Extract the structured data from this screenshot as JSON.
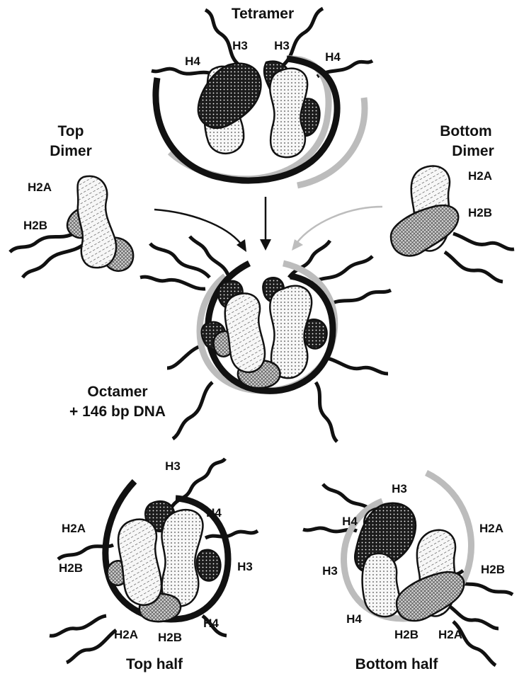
{
  "titles": {
    "tetramer": "Tetramer",
    "top_dimer_1": "Top",
    "top_dimer_2": "Dimer",
    "bottom_dimer_1": "Bottom",
    "bottom_dimer_2": "Dimer",
    "octamer_1": "Octamer",
    "octamer_2": "+ 146 bp DNA",
    "top_half": "Top half",
    "bottom_half": "Bottom half"
  },
  "histones": {
    "h2a": "H2A",
    "h2b": "H2B",
    "h3": "H3",
    "h4": "H4"
  },
  "colors": {
    "dna_dark": "#111111",
    "dna_light": "#bdbdbd",
    "h3_fill": "#1a1a1a",
    "h4_fill": "#f4f4f4",
    "h2a_fill": "#f6f6f6",
    "h2b_fill": "#cfcfcf"
  },
  "patterns": {
    "h3": "dark-dotted",
    "h4": "light-dotted",
    "h2a": "diagonal-hatched",
    "h2b": "cross-hatched"
  }
}
